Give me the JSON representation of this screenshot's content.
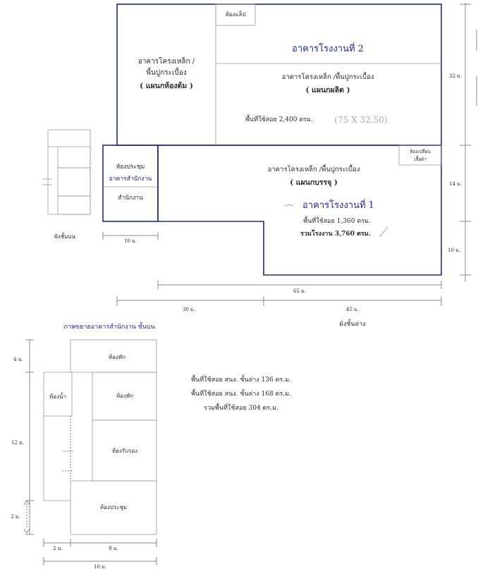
{
  "factory": {
    "room_lab": "ห้องแล็ป",
    "bldg2_title": "อาคารโรงงานที่ 2",
    "bldg2_desc": "อาคารโครงเหล็ก /พื้นปูกระเบื้อง",
    "bldg2_dept": "( แผนกผลิต )",
    "bldg2_area": "พื้นที่ใช้สอย 2,400 ตรม.",
    "bldg2_handnote": "(75 X 32.50)",
    "boil_line1": "อาคารโครงเหล็ก /",
    "boil_line2": "พื้นปูกระเบื้อง",
    "boil_dept": "( แผนกห้องต้ม )",
    "office_meeting": "ห้องประชุม",
    "office_building": "อาคารสำนักงาน",
    "office_room": "สำนักงาน",
    "bldg1_desc": "อาคารโครงเหล็ก /พื้นปูกระเบื้อง",
    "bldg1_dept": "( แผนกบรรจุ )",
    "bldg1_title": "อาคารโรงงานที่ 1",
    "bldg1_area": "พื้นที่ใช้สอย 1,360 ตรม.",
    "total_area": "รวมโรงงาน 3,760 ตรม.",
    "changing_room_1": "ห้องเปลี่ยน",
    "changing_room_2": "เสื้อผ้า",
    "dim_32": "32 ม.",
    "dim_14": "14 ม.",
    "dim_10_right": "10 ม.",
    "dim_10_left": "10 ม.",
    "dim_65": "65 ม.",
    "dim_30": "30 ม.",
    "dim_45": "45 ม.",
    "lower_floor_label": "ผังชั้นล่าง",
    "upper_floor_label": "ผังชั้นบน"
  },
  "detail": {
    "title": "ภาพขยายอาคารสำนักงาน ชั้นบน",
    "room_rest_1": "ห้องพัก",
    "room_rest_2": "ห้องพัก",
    "room_toilet": "ห้องน้ำ",
    "room_reception": "ห้องรับรอง",
    "room_meeting": "ห้องประชุม",
    "dim_4": "4 ม.",
    "dim_12": "12 ม.",
    "dim_2_side": "2 ม.",
    "dim_2": "2 ม.",
    "dim_8": "8 ม.",
    "dim_10": "10 ม."
  },
  "notes": {
    "line1": "พื้นที่ใช้สอย สนง. ชั้นล่าง 136 ตร.ม.",
    "line2": "พื้นที่ใช้สอย สนง. ชั้นล่าง 168 ตร.ม.",
    "line3": "รวมพื้นที่ใช้สอย 304 ตร.ม."
  },
  "colors": {
    "wall_blue": "#1e2a8a",
    "title_blue": "#1e2a9a"
  }
}
